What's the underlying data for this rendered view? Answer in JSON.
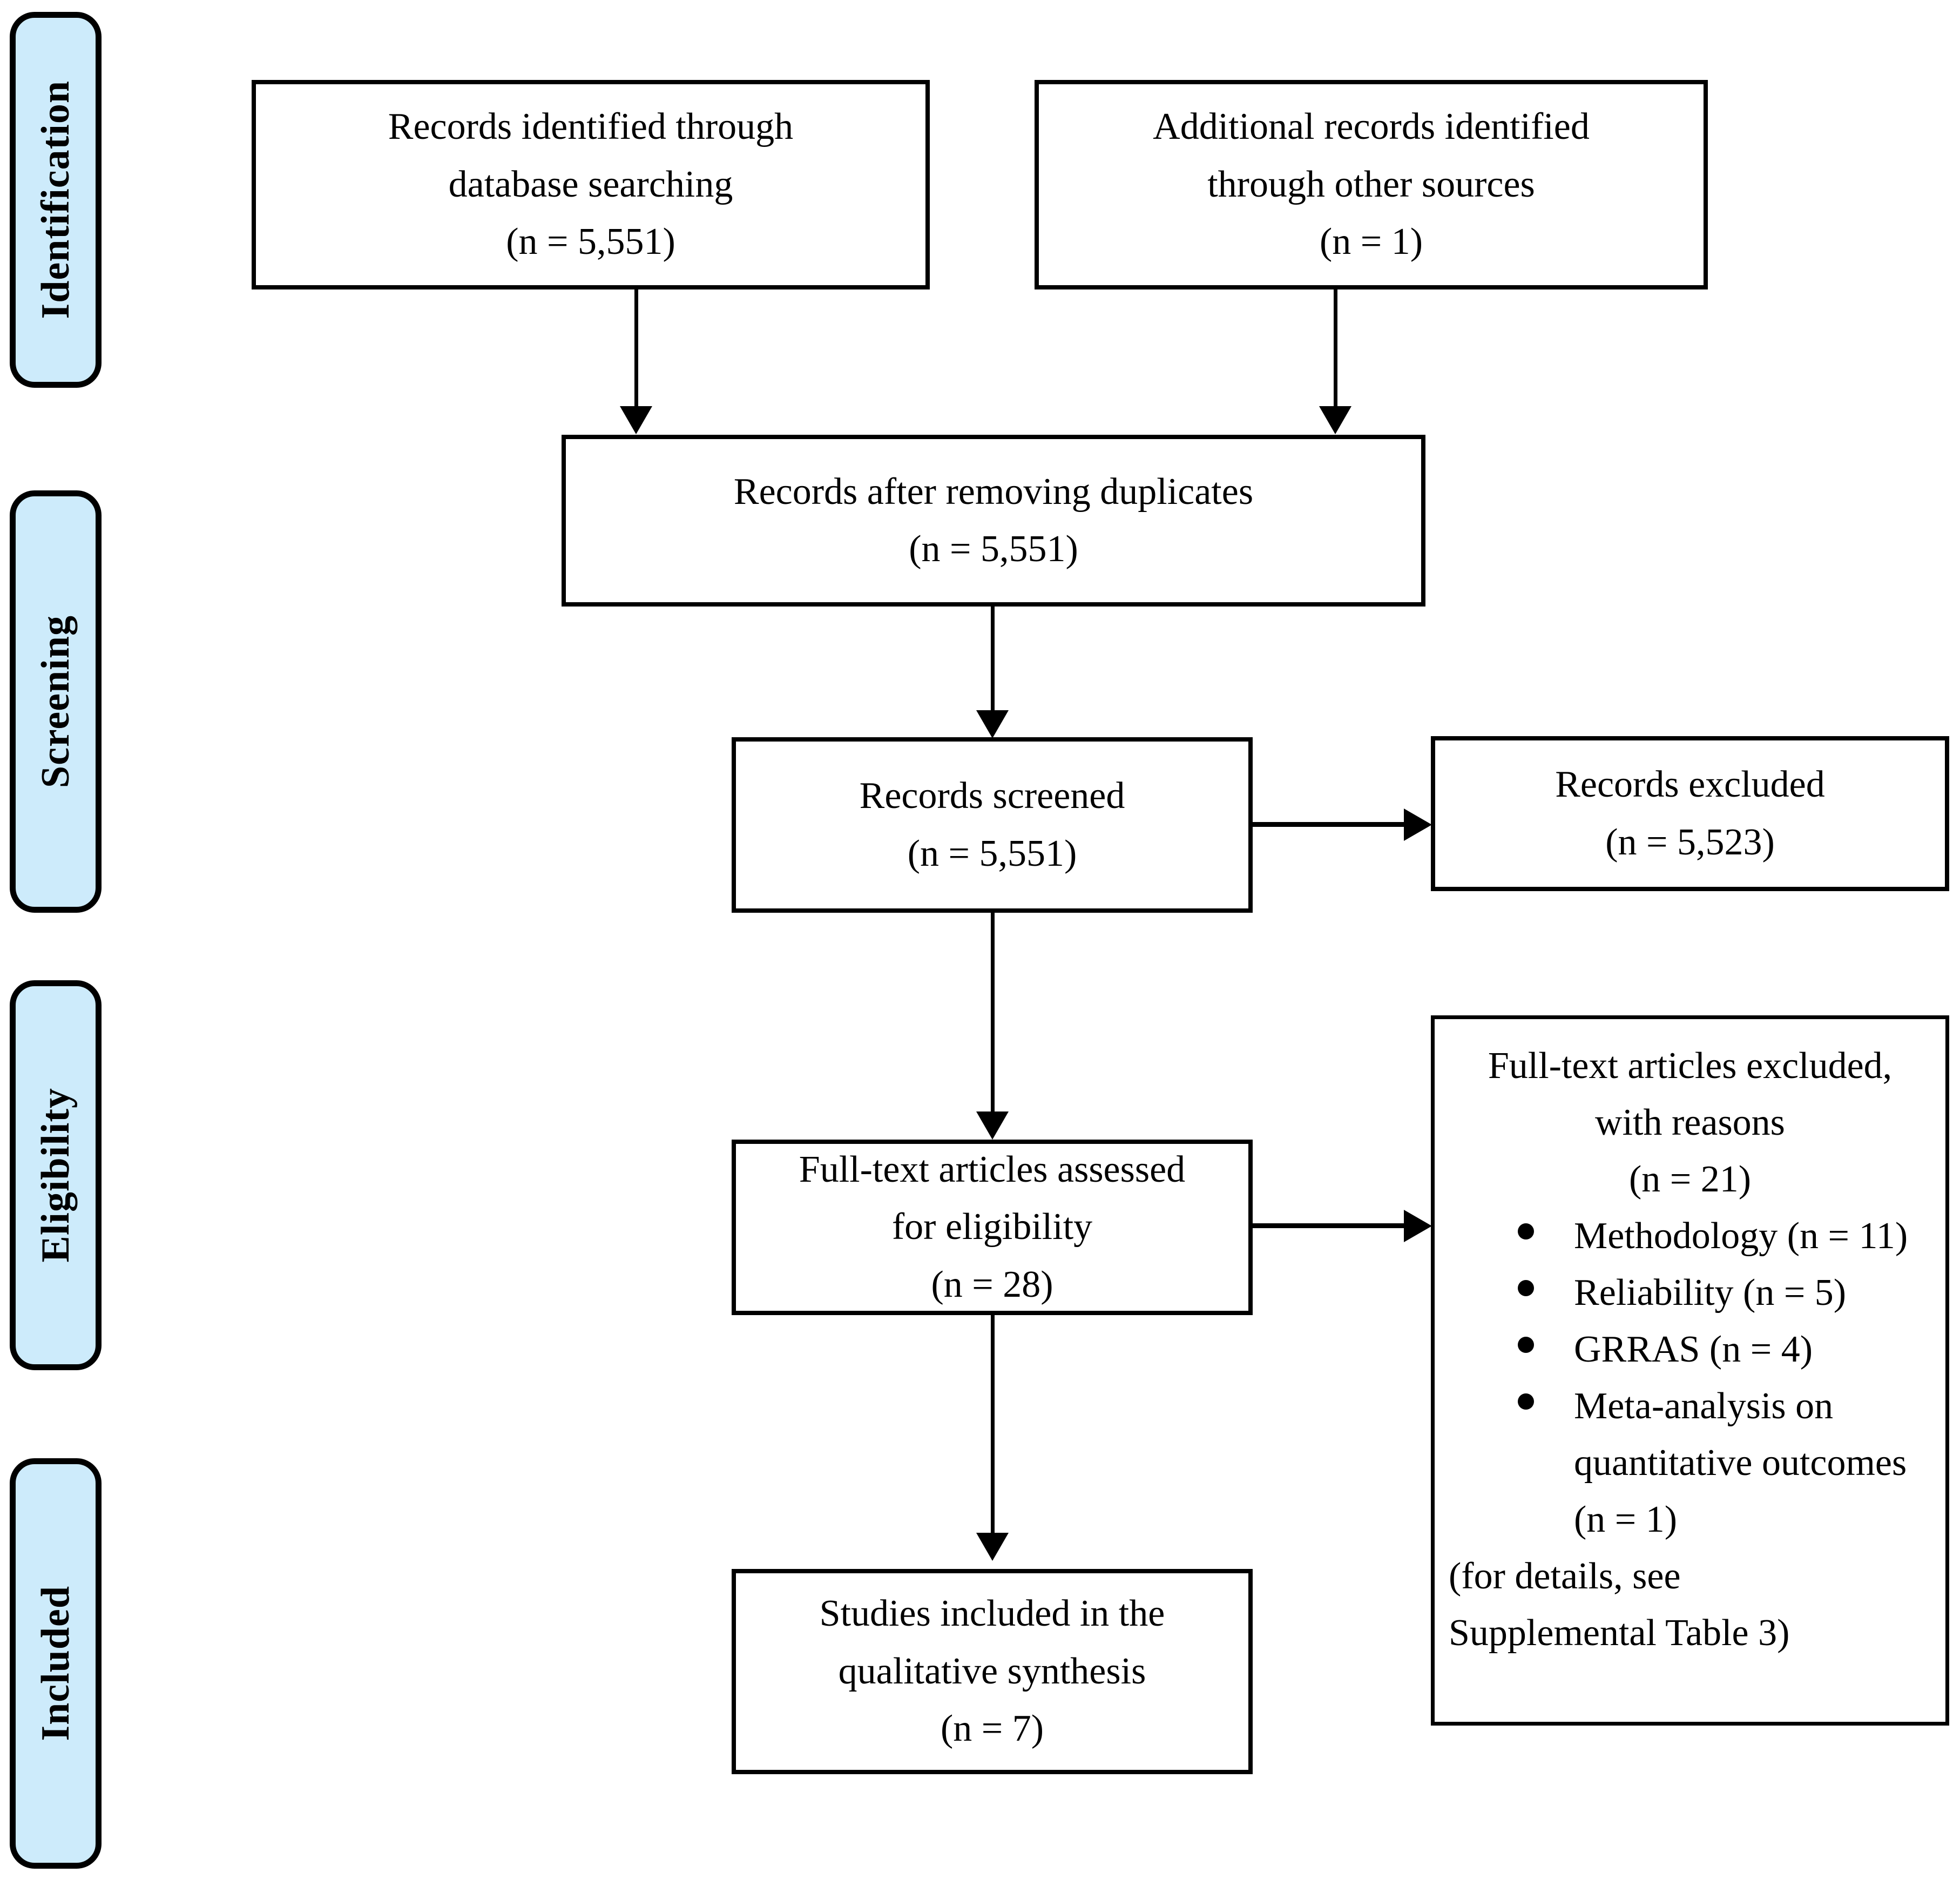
{
  "diagram": {
    "type": "prisma-flow-diagram",
    "stages": [
      {
        "id": "identification",
        "label": "Identification"
      },
      {
        "id": "screening",
        "label": "Screening"
      },
      {
        "id": "eligibility",
        "label": "Eligibility"
      },
      {
        "id": "included",
        "label": "Included"
      }
    ],
    "boxes": {
      "db_search": {
        "lines": [
          "Records identified through",
          "database searching",
          "(n = 5,551)"
        ],
        "count": 5551
      },
      "other_sources": {
        "lines": [
          "Additional records identified",
          "through other sources",
          "(n = 1)"
        ],
        "count": 1
      },
      "after_duplicates": {
        "lines": [
          "Records after removing duplicates",
          "(n = 5,551)"
        ],
        "count": 5551
      },
      "screened": {
        "lines": [
          "Records screened",
          "(n = 5,551)"
        ],
        "count": 5551
      },
      "excluded": {
        "lines": [
          "Records excluded",
          "(n = 5,523)"
        ],
        "count": 5523
      },
      "fulltext_assessed": {
        "lines": [
          "Full-text articles assessed",
          "for eligibility",
          "(n = 28)"
        ],
        "count": 28
      },
      "included_studies": {
        "lines": [
          "Studies included in the",
          "qualitative synthesis",
          "(n = 7)"
        ],
        "count": 7
      },
      "fulltext_excluded": {
        "heading": [
          "Full-text articles excluded,",
          "with reasons",
          "(n = 21)"
        ],
        "count": 21,
        "reasons": [
          {
            "label": "Methodology (n = 11)",
            "count": 11
          },
          {
            "label": "Reliability (n = 5)",
            "count": 5
          },
          {
            "label": "GRRAS (n = 4)",
            "count": 4
          },
          {
            "label": "Meta-analysis on quantitative outcomes (n = 1)",
            "count": 1
          }
        ],
        "footnote": [
          "(for details, see",
          "Supplemental Table 3)"
        ]
      }
    },
    "colors": {
      "stage_fill": "#cdebfb",
      "stroke": "#000000",
      "box_fill": "#ffffff"
    }
  }
}
